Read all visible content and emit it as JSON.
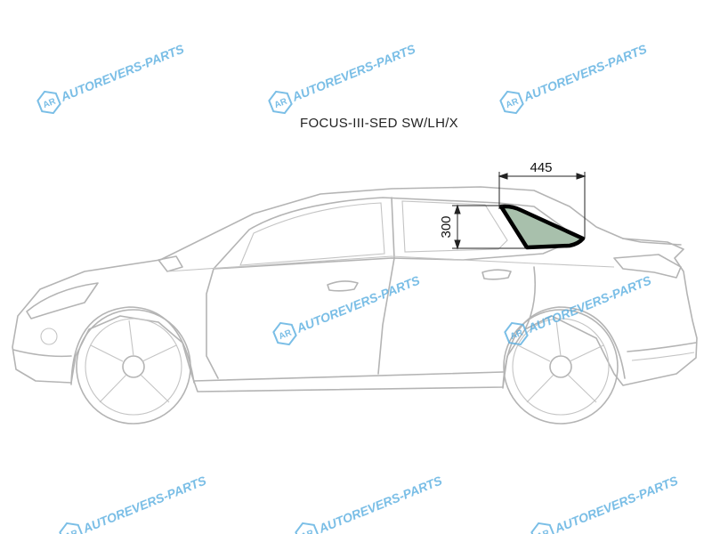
{
  "diagram": {
    "title": "FOCUS-III-SED SW/LH/X",
    "dimension_width": "445",
    "dimension_height": "300"
  },
  "watermark": {
    "text": "AUTOREVERS-PARTS",
    "logo": "AR",
    "color": "#5aaee0"
  },
  "colors": {
    "glass_fill": "#a8c0ac",
    "glass_outline": "#000000",
    "car_outline": "#b4b4b4"
  }
}
